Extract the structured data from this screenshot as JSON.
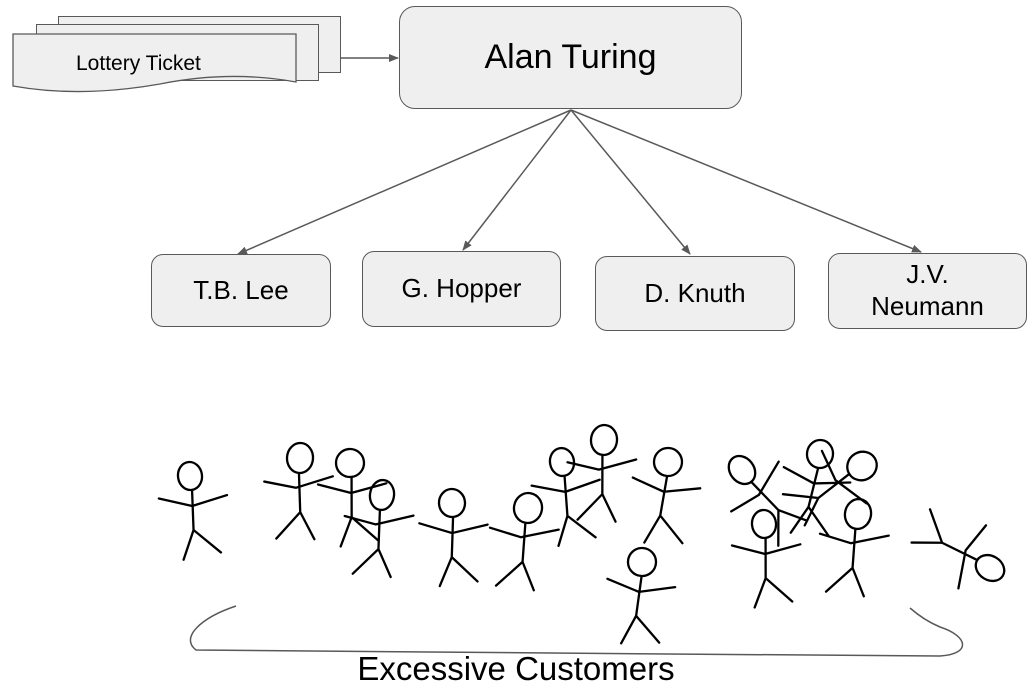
{
  "ticket": {
    "label": "Lottery Ticket"
  },
  "manager": {
    "name": "Alan Turing"
  },
  "employees": [
    {
      "name": "T.B. Lee"
    },
    {
      "name": "G. Hopper"
    },
    {
      "name": "D. Knuth"
    },
    {
      "name": "J.V. Neumann"
    }
  ],
  "crowd": {
    "label": "Excessive Customers"
  },
  "colors": {
    "box_fill": "#efefef",
    "stroke": "#595959",
    "ink": "#000000"
  }
}
